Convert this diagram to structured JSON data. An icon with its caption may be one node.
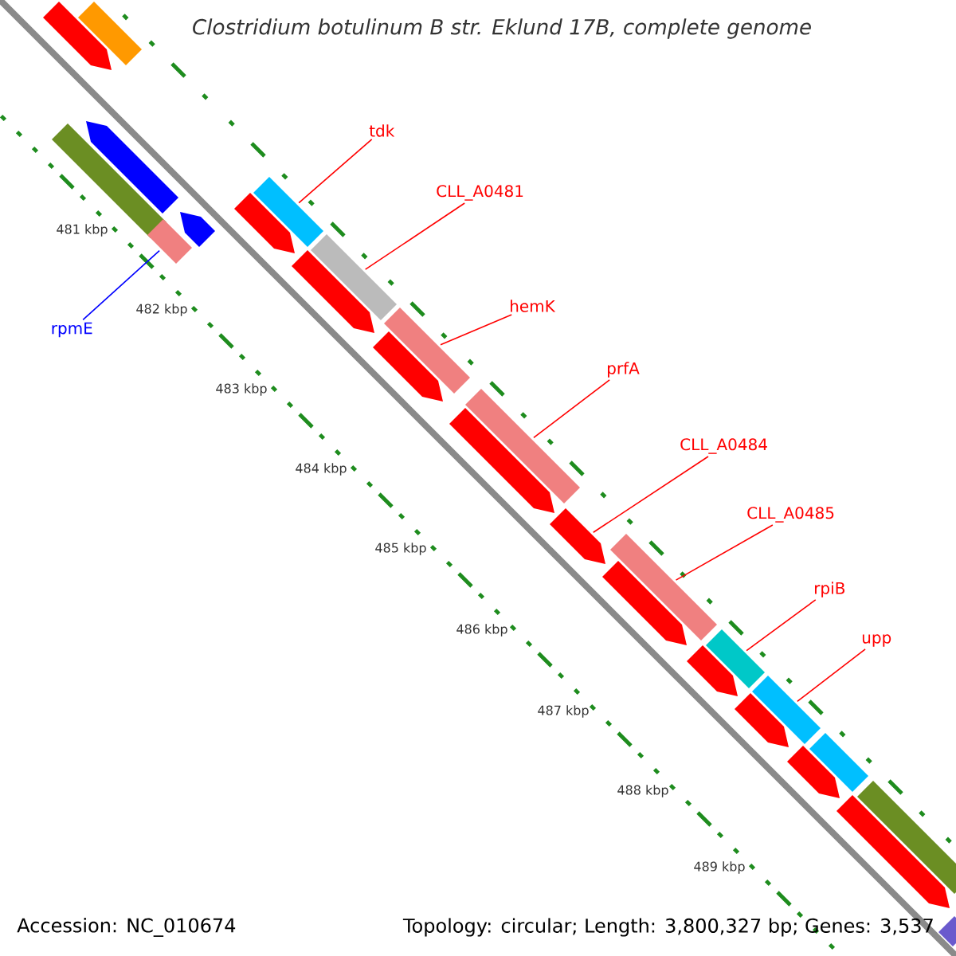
{
  "diagram": {
    "title": "Clostridium botulinum B str. Eklund 17B, complete genome",
    "nodes": [
      {
        "text": [
          "tdk"
        ]
      },
      {
        "text": [
          "CLL_A0481"
        ]
      },
      {
        "text": [
          "hemK"
        ]
      },
      {
        "text": [
          "prfA"
        ]
      },
      {
        "text": [
          "CLL_A0484"
        ]
      },
      {
        "text": [
          "CLL_A0485"
        ]
      },
      {
        "text": [
          "rpiB"
        ]
      },
      {
        "text": [
          "upp"
        ]
      },
      {
        "text": [
          "rpmE"
        ]
      },
      {
        "text": [],
        "shape": "bar"
      },
      {
        "text": [],
        "shape": "bar"
      },
      {
        "text": [],
        "shape": "bar"
      },
      {
        "text": [],
        "shape": "bar"
      },
      {
        "text": [],
        "shape": "bar"
      },
      {
        "text": [],
        "shape": "bar"
      },
      {
        "text": [],
        "shape": "bar"
      },
      {
        "text": [],
        "shape": "bar"
      },
      {
        "text": [],
        "shape": "bar"
      },
      {
        "text": [],
        "shape": "bar"
      },
      {
        "text": [],
        "shape": "bar"
      },
      {
        "text": [],
        "shape": "bar"
      },
      {
        "text": [],
        "shape": "bar"
      },
      {
        "text": [],
        "shape": "bar"
      },
      {
        "text": [],
        "shape": "bar"
      },
      {
        "text": [],
        "shape": "bar"
      },
      {
        "text": [],
        "shape": "bar"
      },
      {
        "text": [],
        "shape": "bar"
      },
      {
        "text": [],
        "shape": "bar"
      },
      {
        "text": [],
        "shape": "bar"
      },
      {
        "text": [],
        "shape": "bar"
      },
      {
        "text": [],
        "shape": "bar"
      },
      {
        "text": [],
        "shape": "bar"
      },
      {
        "text": [],
        "shape": "bar"
      },
      {
        "text": [],
        "shape": "bar"
      },
      {
        "text": [],
        "shape": "bar"
      }
    ],
    "edges": [
      {
        "from": 0,
        "to": 16,
        "arrow": "none"
      },
      {
        "from": 1,
        "to": 18,
        "arrow": "none"
      },
      {
        "from": 2,
        "to": 19,
        "arrow": "none"
      },
      {
        "from": 3,
        "to": 21,
        "arrow": "none"
      },
      {
        "from": 4,
        "to": 23,
        "arrow": "none"
      },
      {
        "from": 5,
        "to": 24,
        "arrow": "none"
      },
      {
        "from": 6,
        "to": 27,
        "arrow": "none"
      },
      {
        "from": 7,
        "to": 28,
        "arrow": "none"
      },
      {
        "from": 8,
        "to": 13,
        "arrow": "none",
        "color": "#0000ff"
      }
    ],
    "labels": [
      "481 kbp",
      "482 kbp",
      "483 kbp",
      "484 kbp",
      "485 kbp",
      "486 kbp",
      "487 kbp",
      "488 kbp",
      "489 kbp",
      "Accession: NC_010674",
      "Topology: circular; Length: 3,800,327 bp; Genes: 3,537"
    ]
  }
}
